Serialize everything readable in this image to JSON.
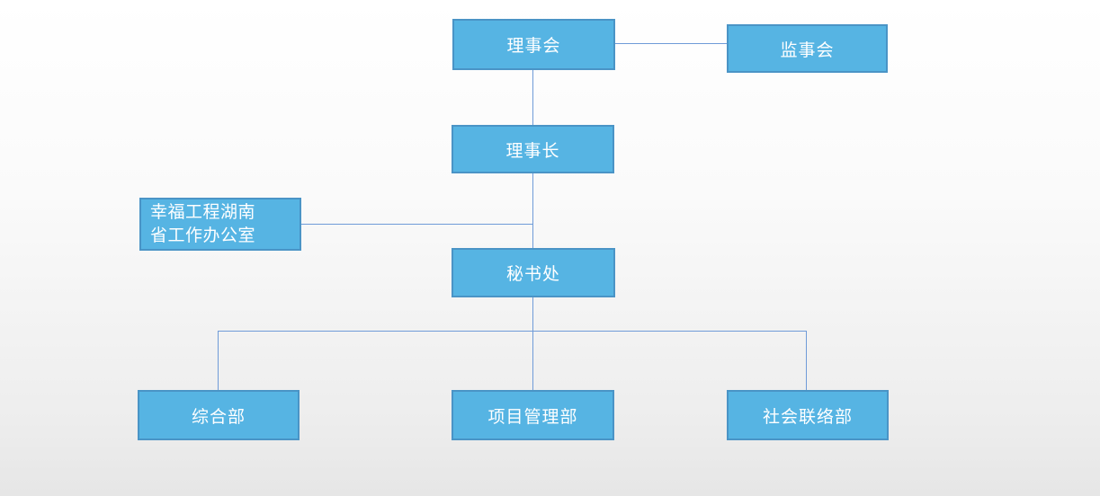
{
  "diagram": {
    "type": "org-chart",
    "colors": {
      "node_fill": "#56b4e3",
      "node_border": "#4a94c6",
      "node_text": "#ffffff",
      "connector": "#6f9bd8",
      "background_top": "#ffffff",
      "background_bottom": "#e6e6e6"
    },
    "nodes": {
      "board": {
        "label": "理事会"
      },
      "supervisors": {
        "label": "监事会"
      },
      "chairman": {
        "label": "理事长"
      },
      "office": {
        "label": "幸福工程湖南省工作办公室",
        "line1": "幸福工程湖南",
        "line2": "省工作办公室"
      },
      "secretariat": {
        "label": "秘书处"
      },
      "general": {
        "label": "综合部"
      },
      "project": {
        "label": "项目管理部"
      },
      "liaison": {
        "label": "社会联络部"
      }
    },
    "edges": [
      {
        "from": "board",
        "to": "chairman"
      },
      {
        "from": "board",
        "to": "supervisors"
      },
      {
        "from": "chairman",
        "to": "secretariat"
      },
      {
        "from": "office",
        "to": "chairman-secretariat-line"
      },
      {
        "from": "secretariat",
        "to": "general"
      },
      {
        "from": "secretariat",
        "to": "project"
      },
      {
        "from": "secretariat",
        "to": "liaison"
      }
    ]
  }
}
